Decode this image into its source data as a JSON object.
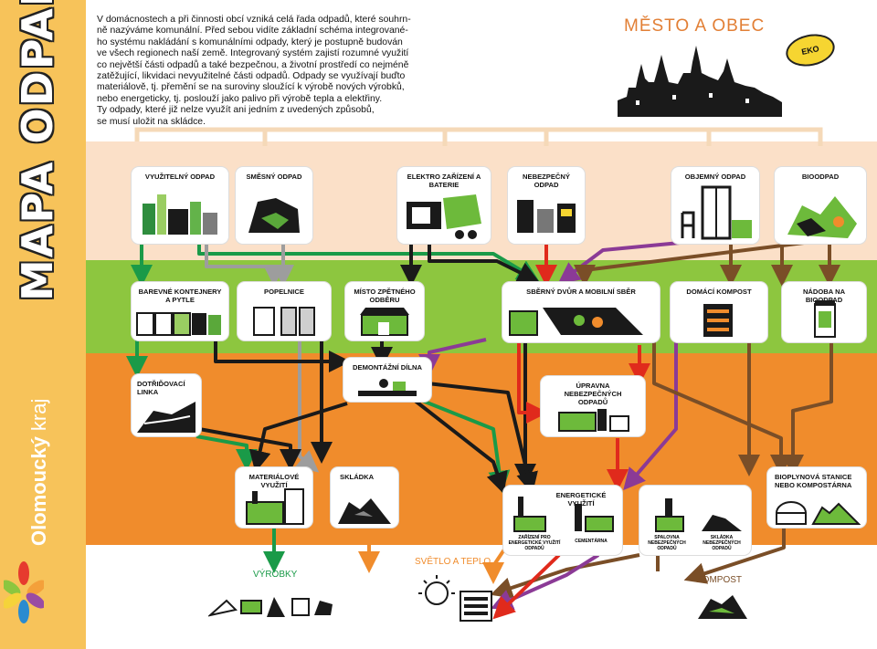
{
  "sidebar": {
    "title": "MAPA ODPADU",
    "region_name": "Olomoucký",
    "region_suffix": "kraj"
  },
  "intro_lines": [
    "V domácnostech a při činnosti obcí vzniká celá řada odpadů, které souhrn-",
    "ně nazýváme komunální. Před sebou vidíte základní schéma integrované-",
    "ho systému nakládání s komunálními odpady, který je postupně budován",
    "ve všech regionech naší země. Integrovaný systém zajistí rozumné využití",
    "co největší části odpadů a také bezpečnou, a životní prostředí co nejméně",
    "zatěžující, likvidaci nevyužitelné části odpadů. Odpady se využívají buďto",
    "materiálově, tj. přemění se na suroviny sloužící k výrobě nových výrobků,",
    "nebo energeticky, tj. poslouží jako palivo při výrobě tepla a elektřiny.",
    "Ty odpady, které již nelze využít ani jedním z uvedených způsobů,",
    "se musí uložit na skládce."
  ],
  "city_title": "MĚSTO A OBEC",
  "eko_logo": "EKO",
  "colors": {
    "band_peach": "#fbe0c8",
    "band_green": "#8dc63f",
    "band_orange": "#f08c2c",
    "sidebar": "#f7c35a",
    "arrow_green": "#1a9a48",
    "arrow_gray": "#9d9d9d",
    "arrow_black": "#1a1a1a",
    "arrow_red": "#e02a1c",
    "arrow_purple": "#8b3a96",
    "arrow_brown": "#7a4e27",
    "arrow_orange": "#f08c2c"
  },
  "sources": [
    {
      "label": "VYUŽITELNÝ ODPAD"
    },
    {
      "label": "SMĚSNÝ ODPAD"
    },
    {
      "label": "ELEKTRO ZAŘÍZENÍ A BATERIE"
    },
    {
      "label": "NEBEZPEČNÝ ODPAD"
    },
    {
      "label": "OBJEMNÝ ODPAD"
    },
    {
      "label": "BIOODPAD"
    }
  ],
  "collection": [
    {
      "label": "BAREVNÉ KONTEJNERY A PYTLE"
    },
    {
      "label": "POPELNICE"
    },
    {
      "label": "MÍSTO ZPĚTNÉHO ODBĚRU"
    },
    {
      "label": "SBĚRNÝ DVŮR A MOBILNÍ SBĚR"
    },
    {
      "label": "DOMÁCÍ KOMPOST"
    },
    {
      "label": "NÁDOBA NA BIOODPAD"
    }
  ],
  "processing": [
    {
      "label": "DEMONTÁŽNÍ DÍLNA"
    },
    {
      "label": "DOTŘIĎOVACÍ LINKA"
    },
    {
      "label": "ÚPRAVNA NEBEZPEČNÝCH ODPADŮ"
    }
  ],
  "final": [
    {
      "label": "MATERIÁLOVÉ VYUŽITÍ"
    },
    {
      "label": "SKLÁDKA"
    },
    {
      "label": "ENERGETICKÉ VYUŽITÍ"
    },
    {
      "label": "BIOPLYNOVÁ STANICE NEBO KOMPOSTÁRNA"
    }
  ],
  "energy_sub": [
    "ZAŘÍZENÍ PRO ENERGETICKÉ VYUŽITÍ ODPADŮ",
    "CEMENTÁRNA",
    "SPALOVNA NEBEZPEČNÝCH ODPADŮ",
    "SKLÁDKA NEBEZPEČNÝCH ODPADŮ"
  ],
  "outputs": {
    "products": "VÝROBKY",
    "light_heat": "SVĚTLO A TEPLO",
    "compost": "KOMPOST"
  }
}
